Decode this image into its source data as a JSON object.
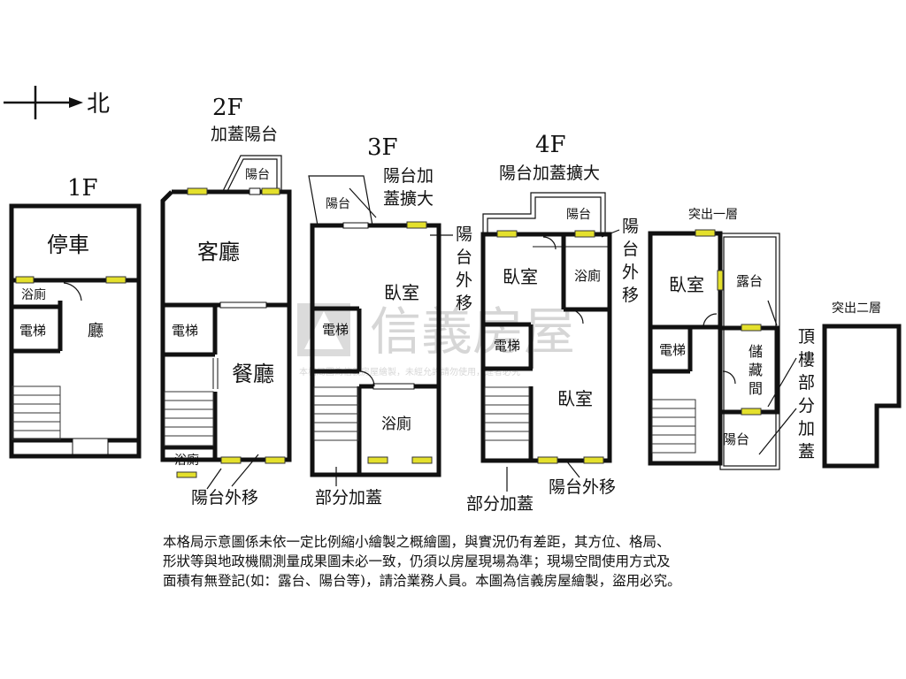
{
  "compass": {
    "north_label": "北"
  },
  "watermark": {
    "brand": "信義房屋",
    "notice": "本格局圖為信義房屋繪製，未經允許請勿使用，違者必究"
  },
  "floors": {
    "f1": {
      "title": "1F",
      "rooms": {
        "parking": "停車",
        "bath": "浴廁",
        "elevator": "電梯",
        "hall": "廳"
      }
    },
    "f2": {
      "title": "2F",
      "annotation_top": "加蓋陽台",
      "annotation_bottom": "陽台外移",
      "rooms": {
        "balcony": "陽台",
        "living": "客廳",
        "elevator": "電梯",
        "dining": "餐廳",
        "bath": "浴廁"
      }
    },
    "f3": {
      "title": "3F",
      "annotation_top": "陽台加蓋擴大",
      "annotation_side": "陽台外移",
      "annotation_bottom": "部分加蓋",
      "rooms": {
        "balcony": "陽台",
        "bedroom": "臥室",
        "elevator": "電梯",
        "bath": "浴廁"
      }
    },
    "f4": {
      "title": "4F",
      "annotation_top": "陽台加蓋擴大",
      "annotation_side": "陽台外移",
      "annotation_bottom_left": "部分加蓋",
      "annotation_bottom_right": "陽台外移",
      "rooms": {
        "balcony": "陽台",
        "bedroom_top": "臥室",
        "bath": "浴廁",
        "elevator": "電梯",
        "bedroom_bottom": "臥室"
      }
    },
    "roof1": {
      "title": "突出一層",
      "annotation_side": "頂樓部分加蓋",
      "rooms": {
        "bedroom": "臥室",
        "terrace": "露台",
        "elevator": "電梯",
        "storage": "儲藏間",
        "balcony": "陽台"
      }
    },
    "roof2": {
      "title": "突出二層"
    }
  },
  "disclaimer": {
    "line1": "本格局示意圖係未依一定比例縮小繪製之概繪圖，與實況仍有差距，其方位、格局、",
    "line2": "形狀等與地政機關測量成果圖未必一致，仍須以房屋現場為準；現場空間使用方式及",
    "line3": "面積有無登記(如：露台、陽台等)，請洽業務人員。本圖為信義房屋繪製，盜用必究。"
  }
}
